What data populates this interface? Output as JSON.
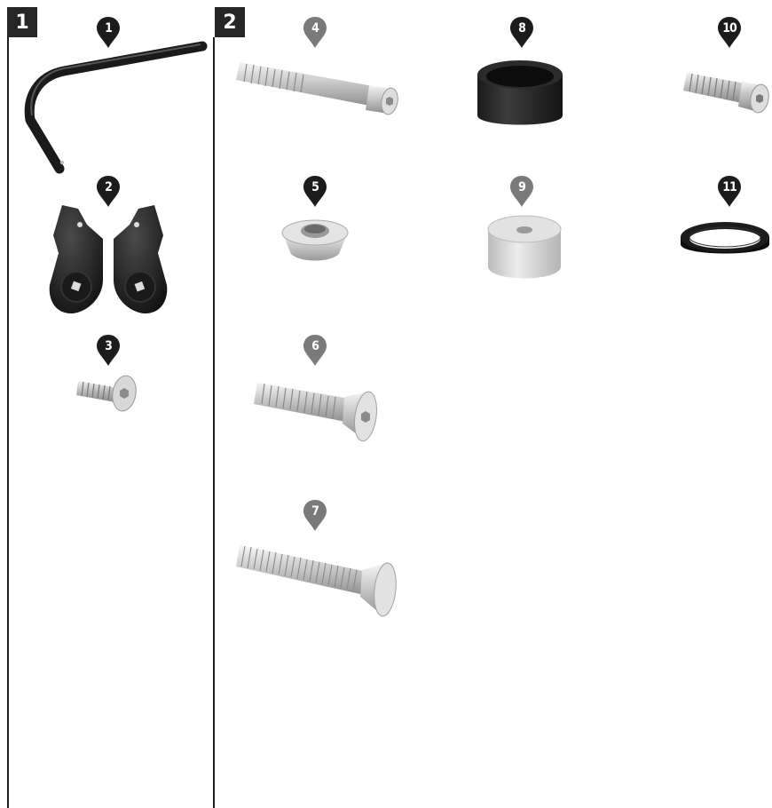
{
  "sections": [
    {
      "label": "1"
    },
    {
      "label": "2"
    }
  ],
  "parts": [
    {
      "number": "1",
      "pin_color": "#1c1c1c",
      "icon": "bent-rod"
    },
    {
      "number": "2",
      "pin_color": "#1c1c1c",
      "icon": "bracket-pair"
    },
    {
      "number": "3",
      "pin_color": "#1c1c1c",
      "icon": "short-screw"
    },
    {
      "number": "4",
      "pin_color": "#7a7a7a",
      "icon": "long-bolt"
    },
    {
      "number": "5",
      "pin_color": "#1c1c1c",
      "icon": "cone-washer"
    },
    {
      "number": "6",
      "pin_color": "#7a7a7a",
      "icon": "countersunk-screw"
    },
    {
      "number": "7",
      "pin_color": "#7a7a7a",
      "icon": "long-countersunk-screw"
    },
    {
      "number": "8",
      "pin_color": "#1c1c1c",
      "icon": "black-spacer"
    },
    {
      "number": "9",
      "pin_color": "#7a7a7a",
      "icon": "silver-spacer"
    },
    {
      "number": "10",
      "pin_color": "#1c1c1c",
      "icon": "socket-screw"
    },
    {
      "number": "11",
      "pin_color": "#1c1c1c",
      "icon": "rubber-ring"
    }
  ]
}
